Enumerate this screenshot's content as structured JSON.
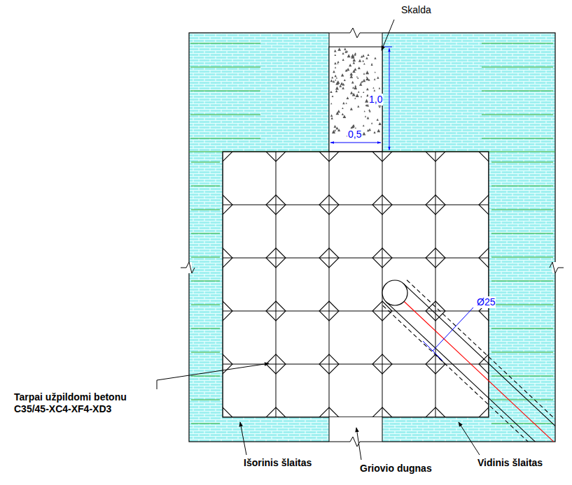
{
  "diagram": {
    "labels": [
      "Skalda",
      "1,0",
      "0,5",
      "Ø25",
      "Tarpai užpildomi betonu C35/45-XC4-XF4-XD3",
      "Išorinis šlaitas",
      "Griovio dugnas",
      "Vidinis šlaitas"
    ]
  }
}
